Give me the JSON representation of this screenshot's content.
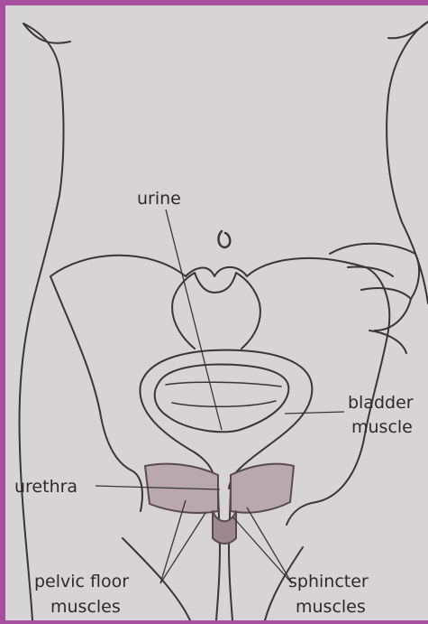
{
  "figure": {
    "labels": {
      "urine": "urine",
      "bladder_line1": "bladder",
      "bladder_line2": "muscle",
      "urethra": "urethra",
      "pelvic_line1": "pelvic floor",
      "pelvic_line2": "muscles",
      "sphincter_line1": "sphincter",
      "sphincter_line2": "muscles"
    }
  },
  "colors": {
    "frame": "#a64f9e",
    "paper": "#d6d4d5",
    "ink": "#3a3536",
    "muscle": "#7a5a66"
  }
}
